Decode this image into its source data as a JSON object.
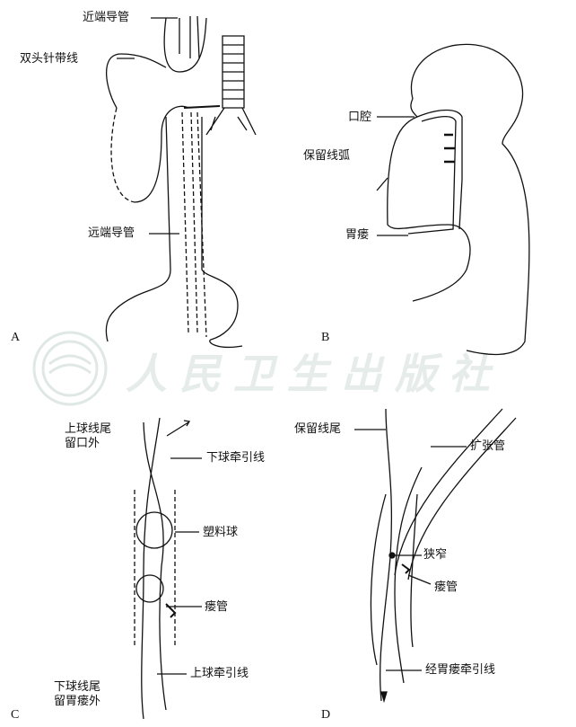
{
  "watermark": "人民卫生出版社",
  "panels": {
    "A": {
      "letter": "A",
      "labels": {
        "proximal_catheter": "近端导管",
        "double_needle_thread": "双头针带线",
        "distal_catheter": "远端导管"
      }
    },
    "B": {
      "letter": "B",
      "labels": {
        "oral_cavity": "口腔",
        "retained_thread_arc": "保留线弧",
        "gastrostomy": "胃瘘"
      }
    },
    "C": {
      "letter": "C",
      "labels": {
        "upper_ball_tail_line1": "上球线尾",
        "upper_ball_tail_line2": "留口外",
        "lower_ball_traction": "下球牵引线",
        "plastic_ball": "塑料球",
        "fistula": "瘘管",
        "lower_ball_tail_line1": "下球线尾",
        "lower_ball_tail_line2": "留胃瘘外",
        "upper_ball_traction": "上球牵引线"
      }
    },
    "D": {
      "letter": "D",
      "labels": {
        "retained_thread_tail": "保留线尾",
        "dilator": "扩张管",
        "stricture": "狭窄",
        "fistula": "瘘管",
        "transgastric_traction": "经胃瘘牵引线"
      }
    }
  }
}
